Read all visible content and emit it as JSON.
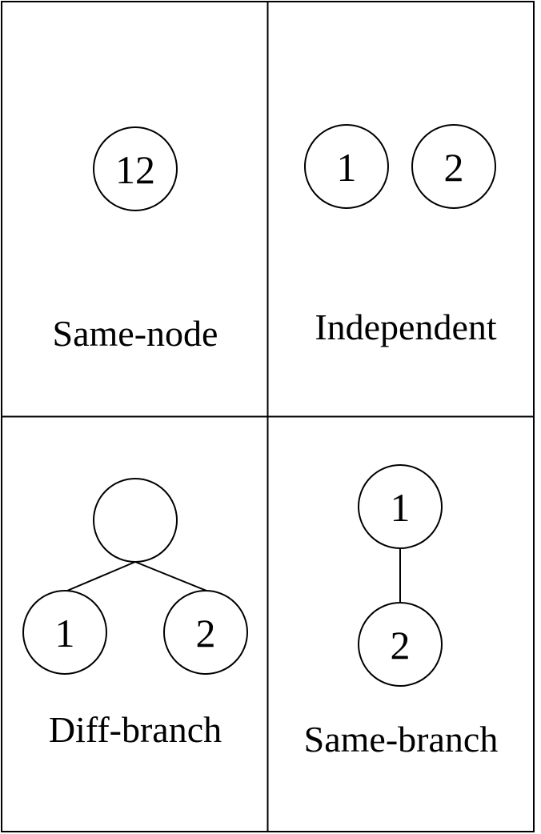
{
  "panels": {
    "same_node": {
      "caption": "Same-node",
      "node_label": "12"
    },
    "independent": {
      "caption": "Independent",
      "node_1_label": "1",
      "node_2_label": "2"
    },
    "diff_branch": {
      "caption": "Diff-branch",
      "parent_label": "",
      "child_1_label": "1",
      "child_2_label": "2"
    },
    "same_branch": {
      "caption": "Same-branch",
      "top_label": "1",
      "bottom_label": "2"
    }
  },
  "colors": {
    "stroke": "#000000",
    "background": "#ffffff"
  }
}
